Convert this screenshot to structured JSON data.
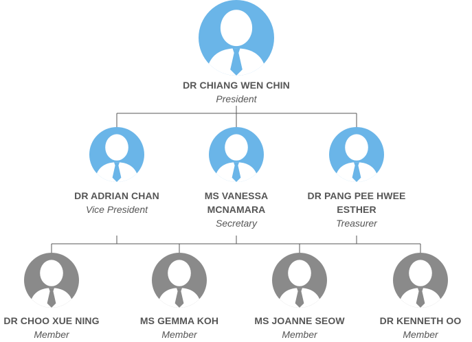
{
  "colors": {
    "leader": "#6ab5e8",
    "member": "#8a8a8a",
    "line": "#555555",
    "text": "#555555"
  },
  "president": {
    "name": "DR CHIANG WEN CHIN",
    "role": "President",
    "icon": "person-icon"
  },
  "officers": [
    {
      "name": "DR ADRIAN CHAN",
      "role": "Vice President",
      "icon": "person-icon"
    },
    {
      "name_line1": "MS VANESSA",
      "name_line2": "MCNAMARA",
      "role": "Secretary",
      "icon": "person-icon"
    },
    {
      "name_line1": "DR PANG PEE HWEE",
      "name_line2": "ESTHER",
      "role": "Treasurer",
      "icon": "person-icon"
    }
  ],
  "members": [
    {
      "name": "DR CHOO XUE NING",
      "role": "Member",
      "icon": "person-icon"
    },
    {
      "name": "MS GEMMA KOH",
      "role": "Member",
      "icon": "person-icon"
    },
    {
      "name": "MS JOANNE SEOW",
      "role": "Member",
      "icon": "person-icon"
    },
    {
      "name": "DR KENNETH OO",
      "role": "Member",
      "icon": "person-icon"
    }
  ]
}
